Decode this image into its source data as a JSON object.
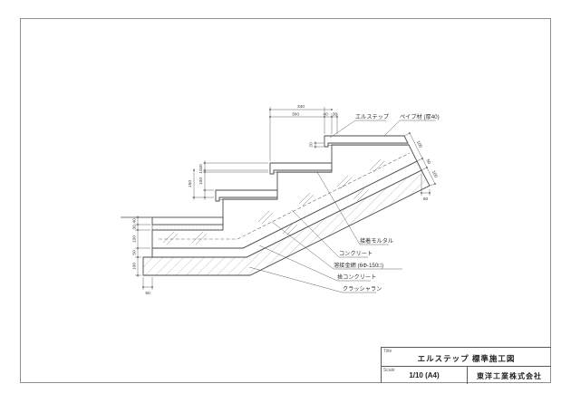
{
  "title_block": {
    "label_title": "Title",
    "title": "エルステップ 標準施工図",
    "label_scale": "Scale",
    "scale": "1/10 (A4)",
    "company": "東洋工業株式会社"
  },
  "drawing": {
    "callouts": {
      "l_step": "エルステップ",
      "pave_material": "ペイブ材 (厚40)",
      "adhesive_mortar": "接着モルタル",
      "concrete": "コンクリート",
      "welded_wire_mesh": "溶接金網 (6Φ-150□)",
      "lean_concrete": "捨コンクリート",
      "crusher_run": "クラッシャラン"
    },
    "dims": {
      "overall_340": "340",
      "run_300": "300",
      "seg_40": "40",
      "seg_30": "30",
      "lip_20": "20",
      "pave_40": "40",
      "rise_150": "150",
      "mortar_10": "10",
      "conc_100": "100",
      "b_pave_40": "40",
      "b_mortar_30": "30",
      "b_conc_100": "100",
      "b_lean_50": "50",
      "b_crush_100": "100",
      "b_toe_50": "50",
      "s_conc_100": "100",
      "s_lean_50": "50",
      "s_crush_100": "100",
      "s_toe_50": "50"
    },
    "colors": {
      "line": "#4a4a4a",
      "thin": "#6a6a6a",
      "border": "#8f8f8f"
    }
  }
}
